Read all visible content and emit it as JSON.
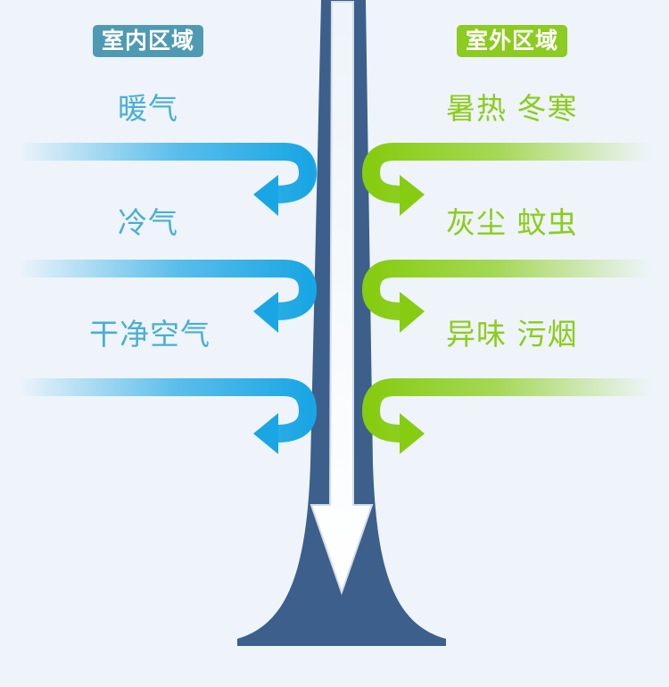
{
  "colors": {
    "indoor_text": "#4aaed4",
    "indoor_arrow": "#1aa6e4",
    "indoor_badge": "#4f9ab3",
    "outdoor_text": "#8ccc1b",
    "outdoor_arrow": "#86cc10",
    "outdoor_badge": "#8ccb1f",
    "pipe": "#3d5f8c",
    "background": "#eef4fa"
  },
  "indoor": {
    "title": "室内区域",
    "labels": [
      "暖气",
      "冷气",
      "干净空气"
    ]
  },
  "outdoor": {
    "title": "室外区域",
    "labels": [
      "暑热 冬寒",
      "灰尘 蚊虫",
      "异味 污烟"
    ]
  },
  "icons": {
    "indoor_flow": "curved-arrow-left-icon",
    "outdoor_flow": "curved-arrow-right-icon",
    "center_flow": "down-arrow-icon"
  }
}
